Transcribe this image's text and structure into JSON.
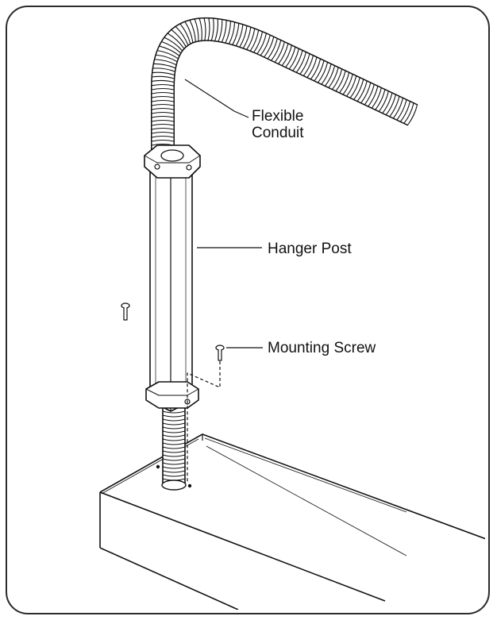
{
  "labels": {
    "conduit_line1": "Flexible",
    "conduit_line2": "Conduit",
    "hanger_post": "Hanger Post",
    "mounting_screw": "Mounting Screw"
  },
  "colors": {
    "ink": "#111111",
    "frame": "#2b2b2b",
    "background": "#ffffff"
  }
}
